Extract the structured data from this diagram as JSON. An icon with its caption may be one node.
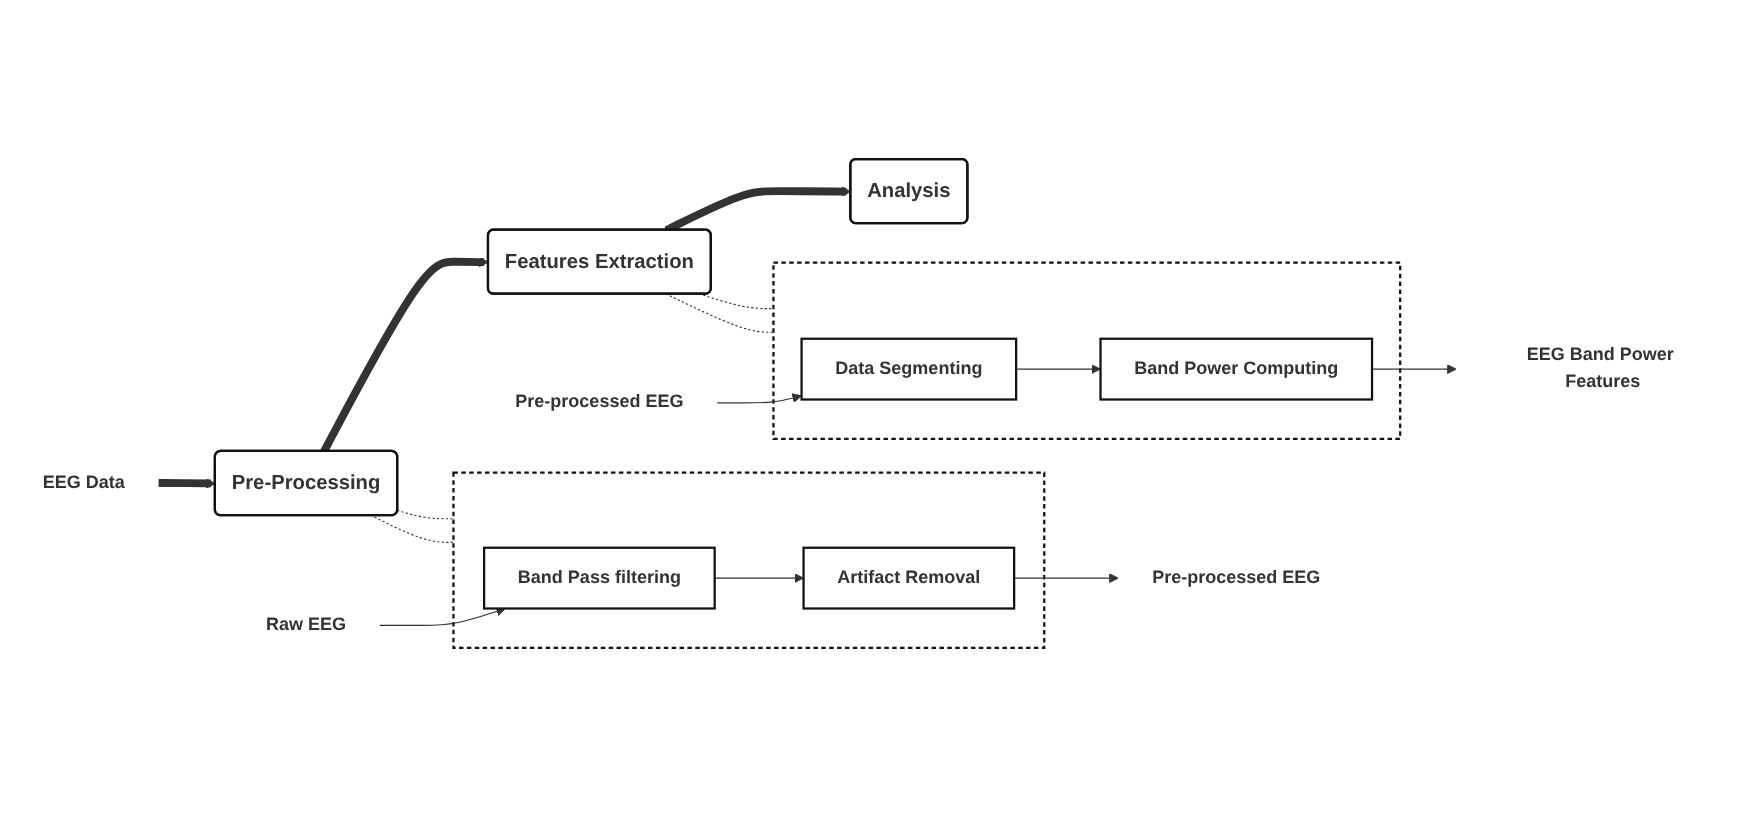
{
  "diagram": {
    "nodes": [
      {
        "text": [
          "Pre-processed EEG"
        ]
      },
      {
        "text": [],
        "shape": "box"
      },
      {
        "text": [
          "Data Segmenting"
        ],
        "in": 1
      },
      {
        "text": [
          "Band Power Computing"
        ],
        "in": 1
      },
      {
        "text": [
          "EEG Band Power Features"
        ]
      },
      {
        "text": [
          "EEG Data"
        ]
      },
      {
        "text": [
          "Pre-Processing"
        ]
      },
      {
        "text": [
          "Features Extraction"
        ]
      },
      {
        "text": [
          "Analysis"
        ]
      },
      {
        "text": [
          "Raw EEG"
        ]
      },
      {
        "text": [],
        "shape": "box"
      },
      {
        "text": [
          "Band Pass filtering"
        ],
        "in": 10
      },
      {
        "text": [
          "Artifact Removal"
        ],
        "in": 10
      },
      {
        "text": [
          "Pre-processed EEG"
        ]
      }
    ],
    "edges": [
      {
        "from": 0,
        "to": 2,
        "arrow": "to"
      },
      {
        "from": 2,
        "to": 3,
        "arrow": "to"
      },
      {
        "from": 3,
        "to": 4,
        "arrow": "to"
      },
      {
        "from": 5,
        "to": 6,
        "arrow": "to",
        "style": "thick"
      },
      {
        "from": 6,
        "to": 7,
        "arrow": "to",
        "style": "thick"
      },
      {
        "from": 7,
        "to": 8,
        "arrow": "to",
        "style": "thick"
      },
      {
        "from": 7,
        "to": 1,
        "arrow": "none",
        "style": "dashed"
      },
      {
        "from": 7,
        "to": 1,
        "arrow": "none",
        "style": "dashed"
      },
      {
        "from": 6,
        "to": 10,
        "arrow": "none",
        "style": "dashed"
      },
      {
        "from": 6,
        "to": 10,
        "arrow": "none",
        "style": "dashed"
      },
      {
        "from": 9,
        "to": 11,
        "arrow": "to"
      },
      {
        "from": 11,
        "to": 12,
        "arrow": "to"
      },
      {
        "from": 12,
        "to": 13,
        "arrow": "to"
      }
    ]
  }
}
